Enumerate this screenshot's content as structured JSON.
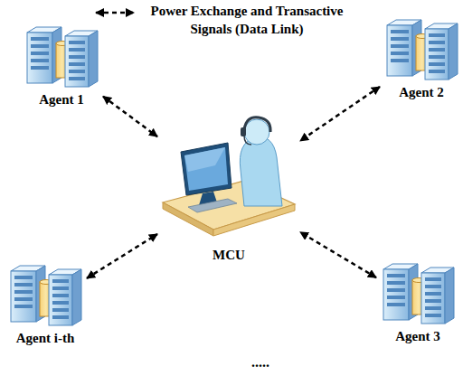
{
  "diagram": {
    "nodes": [
      {
        "text": [
          "Agent 1"
        ]
      },
      {
        "text": [
          "Agent 2"
        ]
      },
      {
        "text": [
          "MCU"
        ]
      },
      {
        "text": [
          "Agent i-th"
        ]
      },
      {
        "text": [
          "Agent 3"
        ]
      }
    ],
    "edges": [
      {
        "from": 0,
        "to": 2,
        "arrow": "both"
      },
      {
        "from": 1,
        "to": 2,
        "arrow": "both"
      },
      {
        "from": 3,
        "to": 2,
        "arrow": "both"
      },
      {
        "from": 4,
        "to": 2,
        "arrow": "both"
      }
    ],
    "labels": [
      "....."
    ],
    "legend": [
      {
        "text": "Power Exchange and Transactive Signals (Data Link)"
      }
    ]
  }
}
